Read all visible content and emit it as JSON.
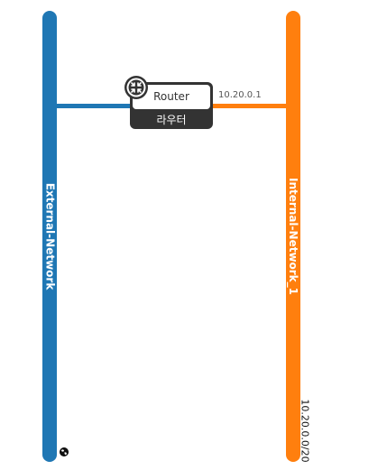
{
  "external_network": {
    "name": "External-Network",
    "color": "#1f77b4",
    "icon": "globe-icon"
  },
  "internal_network": {
    "name": "Internal-Network_1",
    "color": "#ff7f0e",
    "cidr": "10.20.0.0/20"
  },
  "router": {
    "type_label": "Router",
    "name": "라우터",
    "icon": "router-icon"
  },
  "link": {
    "internal_ip": "10.20.0.1"
  }
}
